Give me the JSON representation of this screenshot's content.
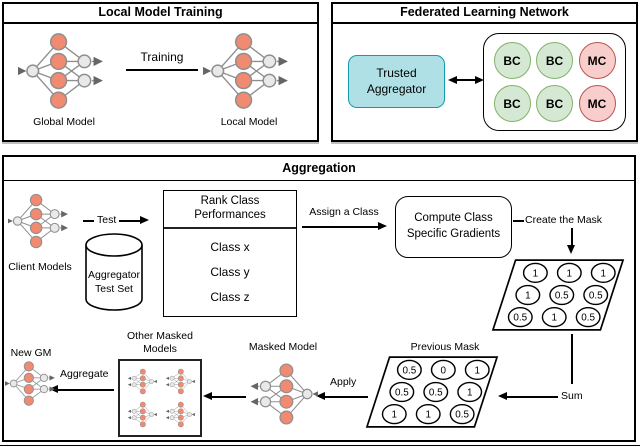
{
  "colors": {
    "benign_fill": "#d5e8d4",
    "benign_stroke": "#82b366",
    "malicious_fill": "#f8cecc",
    "malicious_stroke": "#b85450",
    "aggregator_fill": "#aee0e6",
    "aggregator_stroke": "#1699a8",
    "node_orange": "#f08a70",
    "node_gray": "#e9e9e9",
    "edge_gray": "#8f8f8f"
  },
  "local_training": {
    "title": "Local Model Training",
    "global_model_label": "Global Model",
    "training_label": "Training",
    "local_model_label": "Local Model"
  },
  "federated_network": {
    "title": "Federated Learning Network",
    "aggregator_label": "Trusted Aggregator",
    "clients": [
      {
        "label": "BC",
        "type": "benign"
      },
      {
        "label": "BC",
        "type": "benign"
      },
      {
        "label": "MC",
        "type": "malicious"
      },
      {
        "label": "BC",
        "type": "benign"
      },
      {
        "label": "BC",
        "type": "benign"
      },
      {
        "label": "MC",
        "type": "malicious"
      }
    ]
  },
  "aggregation": {
    "title": "Aggregation",
    "client_models_label": "Client Models",
    "test_label": "Test",
    "test_set_label": "Aggregator Test Set",
    "rank_title": "Rank Class Performances",
    "classes": [
      "Class x",
      "Class y",
      "Class z"
    ],
    "assign_label": "Assign a Class",
    "compute_label": "Compute Class Specific Gradients",
    "create_mask_label": "Create the Mask",
    "new_mask": [
      [
        "1",
        "1",
        "1"
      ],
      [
        "1",
        "0.5",
        "0.5"
      ],
      [
        "0.5",
        "1",
        "0.5"
      ]
    ],
    "sum_label": "Sum",
    "previous_mask_label": "Previous Mask",
    "previous_mask": [
      [
        "0.5",
        "0",
        "1"
      ],
      [
        "0.5",
        "0.5",
        "1"
      ],
      [
        "1",
        "1",
        "0.5"
      ]
    ],
    "apply_label": "Apply",
    "masked_model_label": "Masked Model",
    "other_masked_label": "Other Masked Models",
    "aggregate_label": "Aggregate",
    "new_gm_label": "New GM"
  }
}
